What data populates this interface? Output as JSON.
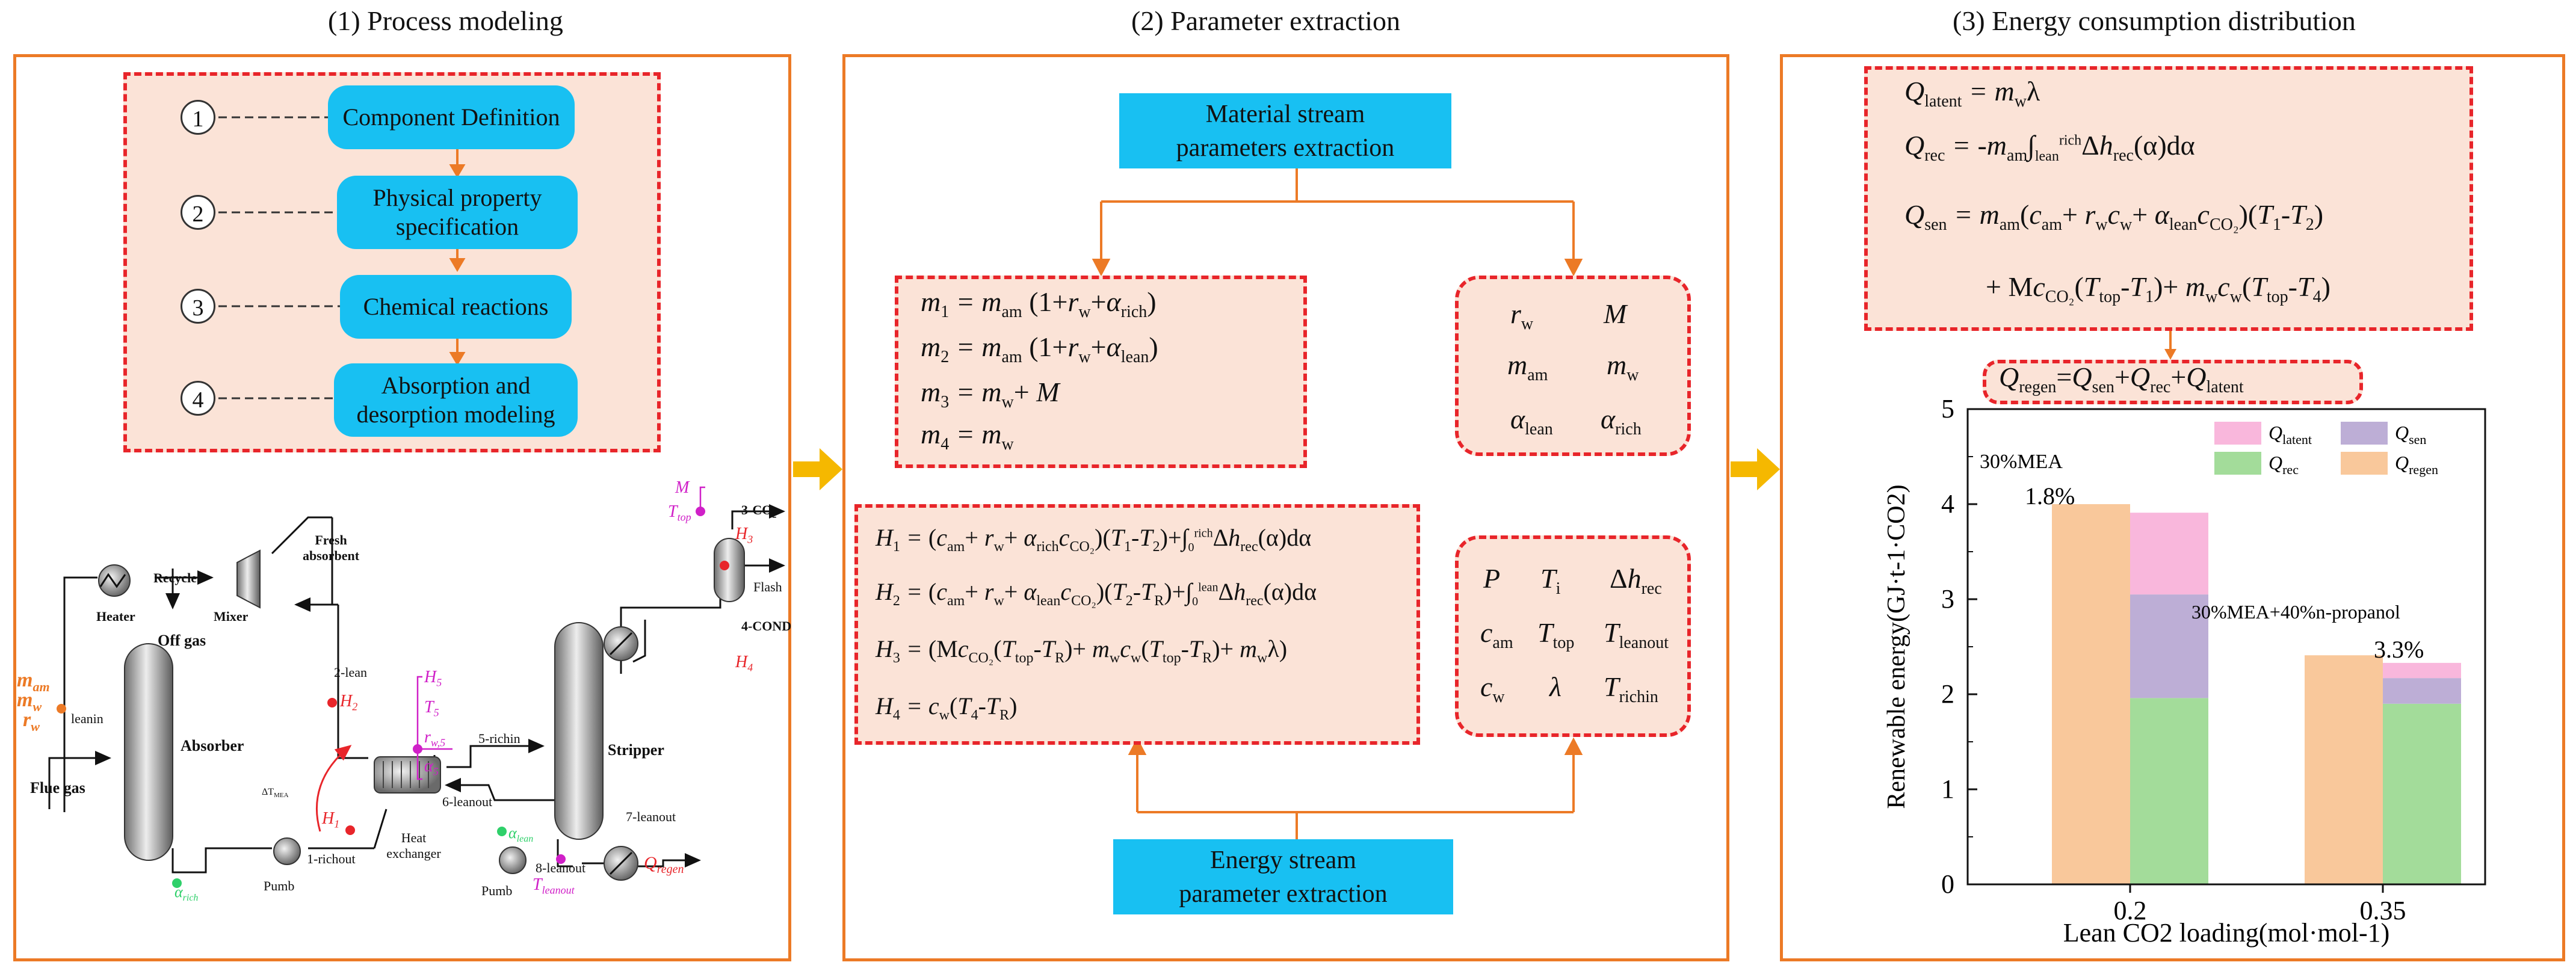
{
  "titles": {
    "panel1": "(1)  Process modeling",
    "panel2": "(2)  Parameter extraction",
    "panel3": "(3)  Energy consumption distribution"
  },
  "panel1": {
    "steps": [
      {
        "num": "1",
        "label": "Component Definition"
      },
      {
        "num": "2",
        "label": "Physical property specification"
      },
      {
        "num": "3",
        "label": "Chemical reactions"
      },
      {
        "num": "4",
        "label": "Absorption and desorption modeling"
      }
    ],
    "flowsheet": {
      "fresh_absorbent": "Fresh absorbent",
      "recycle": "Recycle",
      "heater": "Heater",
      "mixer": "Mixer",
      "off_gas": "Off gas",
      "leanin": "leanin",
      "absorber": "Absorber",
      "flue_gas": "Flue gas",
      "lean2": "2-lean",
      "richout": "1-richout",
      "pump": "Pumb",
      "heat_exchanger": "Heat exchanger",
      "richin": "5-richin",
      "stripper": "Stripper",
      "leanout6": "6-leanout",
      "leanout7": "7-leanout",
      "leanout8": "8-leanout",
      "flash": "Flash",
      "co2_out": "3-CO",
      "cond_out": "4-COND",
      "delta_t": "ΔT",
      "delta_t_sub": "MEA"
    }
  },
  "panel2": {
    "material_box": "Material  stream parameters extraction",
    "energy_box": "Energy stream parameter extraction"
  },
  "panel3": {
    "chart_data": {
      "type": "bar",
      "categories": [
        "0.2",
        "0.35"
      ],
      "series": [
        {
          "name": "Q_regen",
          "values": [
            4.0,
            2.41
          ]
        },
        {
          "name": "Q_rec",
          "values": [
            1.96,
            1.9
          ]
        },
        {
          "name": "Q_sen",
          "values": [
            1.09,
            0.27
          ]
        },
        {
          "name": "Q_latent",
          "values": [
            0.86,
            0.16
          ]
        }
      ],
      "xlabel": "Lean CO2 loading(mol·mol-1)",
      "ylabel": "Renewable energy(GJ·t-1·CO2)",
      "ylim": [
        0,
        5
      ],
      "yticks": [
        0,
        1,
        2,
        3,
        4,
        5
      ],
      "annotations": [
        {
          "group": "0.2",
          "label": "30%MEA",
          "pct": "1.8%"
        },
        {
          "group": "0.35",
          "label": "30%MEA+40%n-propanol",
          "pct": "3.3%"
        }
      ],
      "colors": {
        "Q_regen": "#f9c89b",
        "Q_rec": "#a3dc9a",
        "Q_sen": "#bdaed6",
        "Q_latent": "#f9b7dc"
      },
      "legend_position": "top-right"
    }
  }
}
